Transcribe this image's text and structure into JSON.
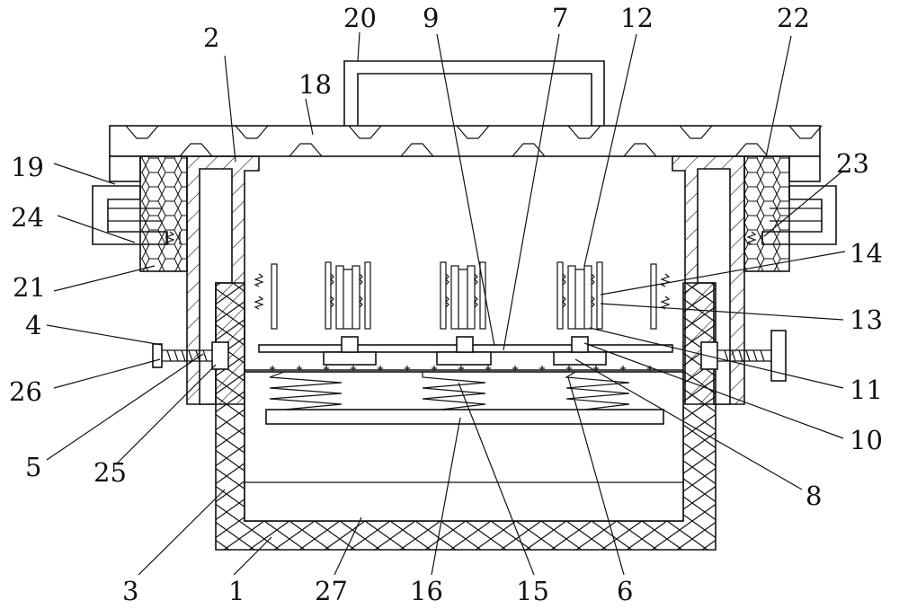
{
  "labels": {
    "l1": "1",
    "l2": "2",
    "l3": "3",
    "l4": "4",
    "l5": "5",
    "l6": "6",
    "l7": "7",
    "l8": "8",
    "l9": "9",
    "l10": "10",
    "l11": "11",
    "l12": "12",
    "l13": "13",
    "l14": "14",
    "l15": "15",
    "l16": "16",
    "l18": "18",
    "l19": "19",
    "l20": "20",
    "l21": "21",
    "l22": "22",
    "l23": "23",
    "l24": "24",
    "l25": "25",
    "l26": "26",
    "l27": "27"
  }
}
